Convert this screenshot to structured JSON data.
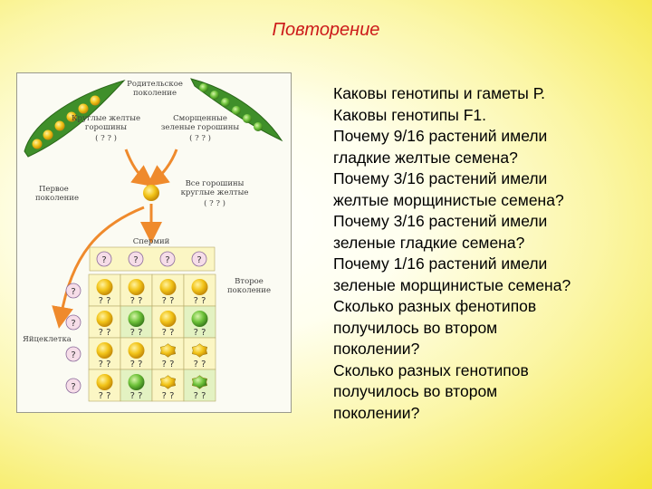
{
  "slide": {
    "title": "Повторение"
  },
  "questions": [
    "Каковы генотипы и гаметы Р.",
    "Каковы генотипы F1.",
    "Почему 9/16 растений имели",
    "гладкие желтые семена?",
    "Почему 3/16 растений имели",
    "желтые морщинистые семена?",
    "Почему 3/16 растений имели",
    "зеленые гладкие семена?",
    "Почему 1/16 растений имели",
    "зеленые морщинистые семена?",
    "Сколько разных фенотипов",
    "получилось во втором",
    "поколении?",
    "Сколько разных генотипов",
    "получилось во втором",
    "поколении?"
  ],
  "figure": {
    "labels": {
      "parent_gen_1": "Родительское",
      "parent_gen_2": "поколение",
      "parent_left_1": "Круглые желтые",
      "parent_left_2": "горошины",
      "parent_left_q": "( ? ? )",
      "parent_right_1": "Сморщенные",
      "parent_right_2": "зеленые горошины",
      "parent_right_q": "( ? ? )",
      "first_gen_1": "Первое",
      "first_gen_2": "поколение",
      "f1_desc_1": "Все горошины",
      "f1_desc_2": "круглые желтые",
      "f1_desc_q": "( ? ? )",
      "sperm": "Спермий",
      "second_gen_1": "Второе",
      "second_gen_2": "поколение",
      "egg": "Яйцеклетка",
      "q": "?",
      "qq": "? ?"
    },
    "colors": {
      "yellow_pea": "#f2c418",
      "green_pea": "#6ec23a",
      "pod_green": "#3f8f2a",
      "arrow": "#ef8a2c",
      "cell_bg": "#fbf6c4",
      "cell_green": "#e3f2c2"
    },
    "grid": [
      [
        "yellow-round",
        "yellow-round",
        "yellow-round",
        "yellow-round"
      ],
      [
        "yellow-round",
        "green-round",
        "yellow-round",
        "green-round"
      ],
      [
        "yellow-round",
        "yellow-round",
        "yellow-wrinkled",
        "yellow-wrinkled"
      ],
      [
        "yellow-round",
        "green-round",
        "yellow-wrinkled",
        "green-wrinkled"
      ]
    ]
  }
}
